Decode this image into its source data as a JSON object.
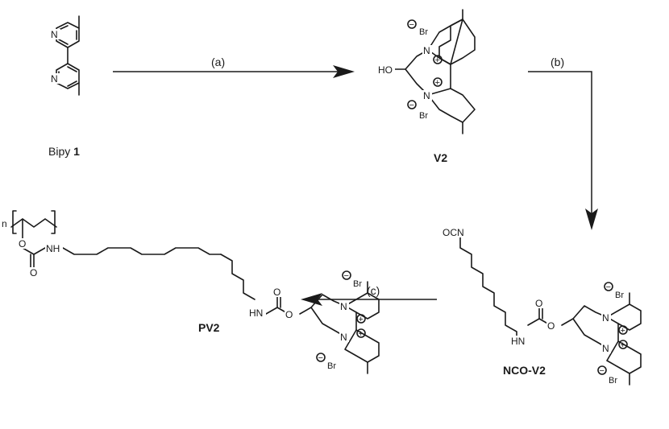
{
  "scheme": {
    "compounds": {
      "bipy": {
        "label": "Bipy",
        "number": "1"
      },
      "v2": {
        "label": "V2"
      },
      "nco_v2": {
        "label": "NCO-V2"
      },
      "pv2": {
        "label": "PV2"
      }
    },
    "reagents": {
      "a": "(a)",
      "b": "(b)",
      "c": "(c)"
    },
    "atoms": {
      "N": "N",
      "HO": "HO",
      "O": "O",
      "NH": "NH",
      "HN": "HN",
      "OCN": "OCN",
      "Br": "Br",
      "n": "n",
      "plus": "+",
      "minus": "−"
    }
  }
}
